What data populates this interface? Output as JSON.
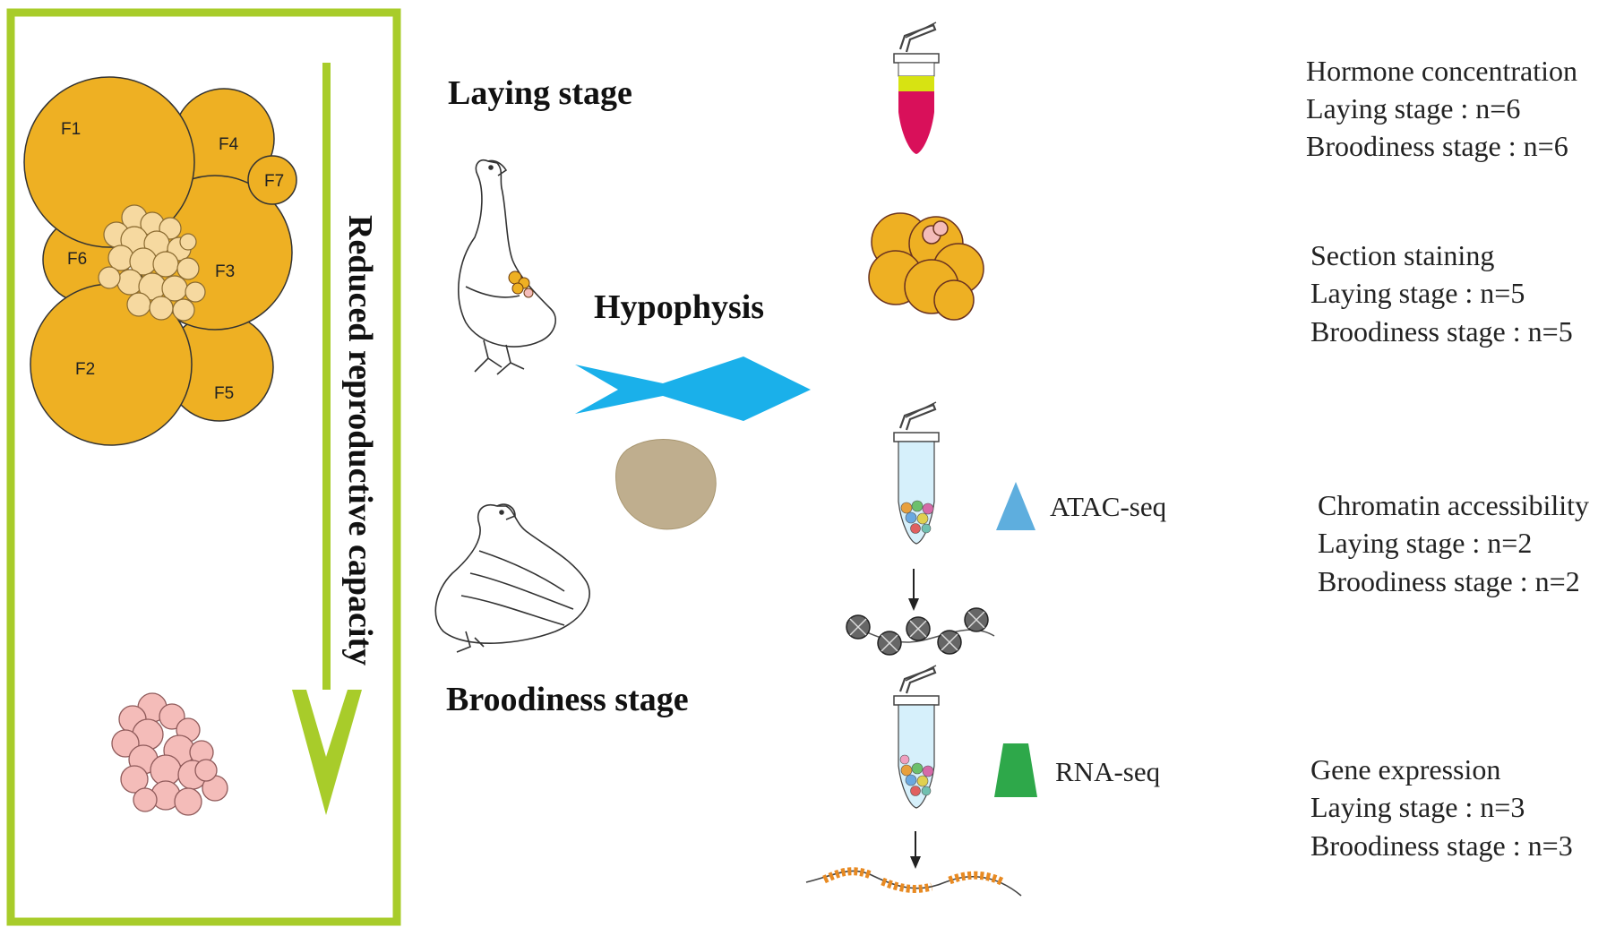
{
  "colors": {
    "frame_green": "#a8cc2a",
    "follicle_orange": "#eeb023",
    "small_follicle": "#f6d9a0",
    "pink_follicle": "#f4bcb9",
    "arrow_blue": "#1ab0ea",
    "pituitary_tan": "#bfae8e",
    "atac_blue": "#5eaede",
    "rna_green": "#2ea84a",
    "tube_blood_red": "#d9105a",
    "tube_serum_yellow": "#d7e312"
  },
  "left_panel": {
    "follicles": [
      "F1",
      "F2",
      "F3",
      "F4",
      "F5",
      "F6",
      "F7"
    ],
    "arrow_label": "Reduced reproductive capacity"
  },
  "middle": {
    "laying_title": "Laying stage",
    "broodiness_title": "Broodiness stage",
    "tissue_label": "Hypophysis"
  },
  "methods": {
    "atac": "ATAC-seq",
    "rna": "RNA-seq"
  },
  "info_blocks": [
    {
      "title": "Hormone concentration",
      "laying": "Laying stage : n=6",
      "brood": "Broodiness stage : n=6"
    },
    {
      "title": "Section staining",
      "laying": "Laying stage : n=5",
      "brood": "Broodiness stage : n=5"
    },
    {
      "title": "Chromatin accessibility",
      "laying": "Laying stage : n=2",
      "brood": "Broodiness stage : n=2"
    },
    {
      "title": "Gene expression",
      "laying": "Laying stage : n=3",
      "brood": "Broodiness stage : n=3"
    }
  ]
}
